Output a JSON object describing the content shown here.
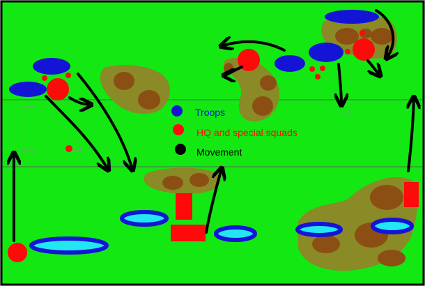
{
  "legend": {
    "troops": {
      "label": "Troops",
      "color": "#1414d6"
    },
    "hq": {
      "label": "HQ and special squads",
      "color": "#ff0a0a"
    },
    "movement": {
      "label": "Movement",
      "color": "#000000"
    }
  },
  "colors": {
    "field": "#13e813",
    "border": "#000000",
    "frame": "#cfcfcf",
    "forest": "#8a8a26",
    "tree_clump": "#8b4f14",
    "vehicle_light": "#22e6f0",
    "zone_line": "#4a6b4a"
  }
}
